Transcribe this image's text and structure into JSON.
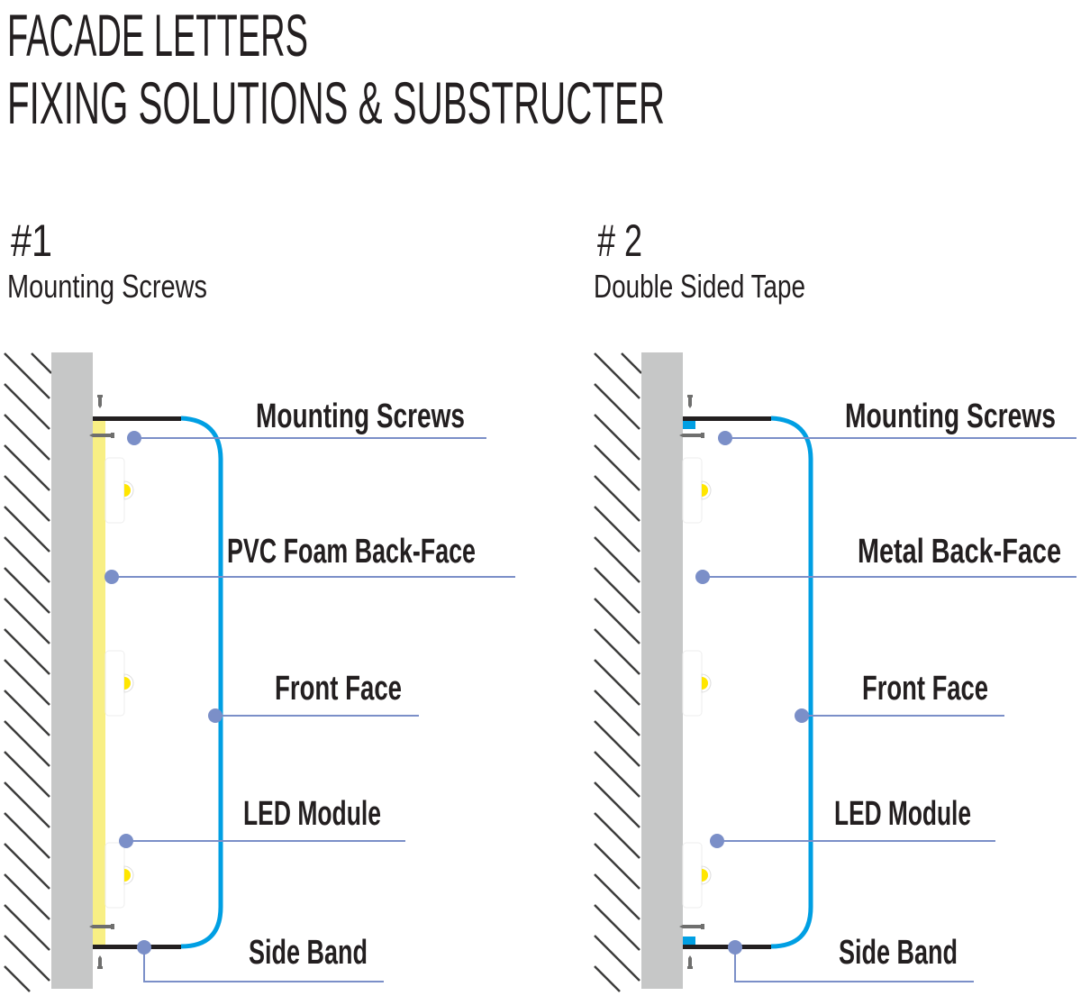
{
  "title": {
    "line1": "FACADE LETTERS",
    "line2": "FIXING SOLUTIONS & SUBSTRUCTER"
  },
  "diagrams": [
    {
      "number": "#1",
      "subtitle": "Mounting Screws",
      "labels": {
        "screws": "Mounting Screws",
        "back_face": "PVC Foam Back-Face",
        "front_face": "Front Face",
        "led": "LED Module",
        "side_band": "Side Band"
      }
    },
    {
      "number": "# 2",
      "subtitle": "Double Sided Tape",
      "labels": {
        "screws": "Mounting Screws",
        "back_face": "Metal Back-Face",
        "front_face": "Front Face",
        "led": "LED Module",
        "side_band": "Side Band"
      }
    }
  ],
  "colors": {
    "wall": "#c6c7c7",
    "pvc": "#f8ef84",
    "side_band": "#009fe3",
    "callout": "#7b8fc8",
    "bar": "#231f20",
    "led": "#ffe600",
    "tape": "#009fe3"
  }
}
